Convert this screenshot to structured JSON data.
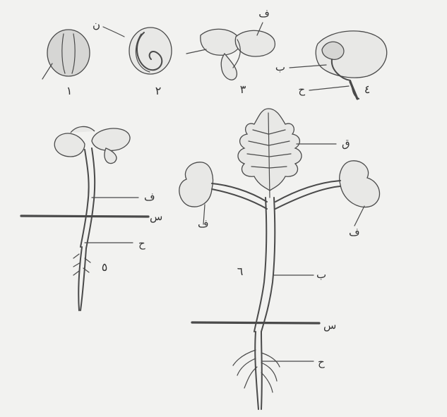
{
  "labels": {
    "stage1_num": "١",
    "stage2_num": "٢",
    "stage3_num": "٣",
    "stage4_num": "٤",
    "stage5_num": "٥",
    "stage6_num": "٦",
    "seed2_label": "ن",
    "seed3_label": "ف",
    "seed4_hypocotyl": "ب",
    "seed4_root": "ح",
    "s5_hypocotyl": "ف",
    "s5_soil": "س",
    "s5_root": "ح",
    "s6_leaf": "ق",
    "s6_cotyledon_left": "ف",
    "s6_cotyledon_right": "ف",
    "s6_stem": "ب",
    "s6_soil": "س",
    "s6_root": "ح"
  }
}
